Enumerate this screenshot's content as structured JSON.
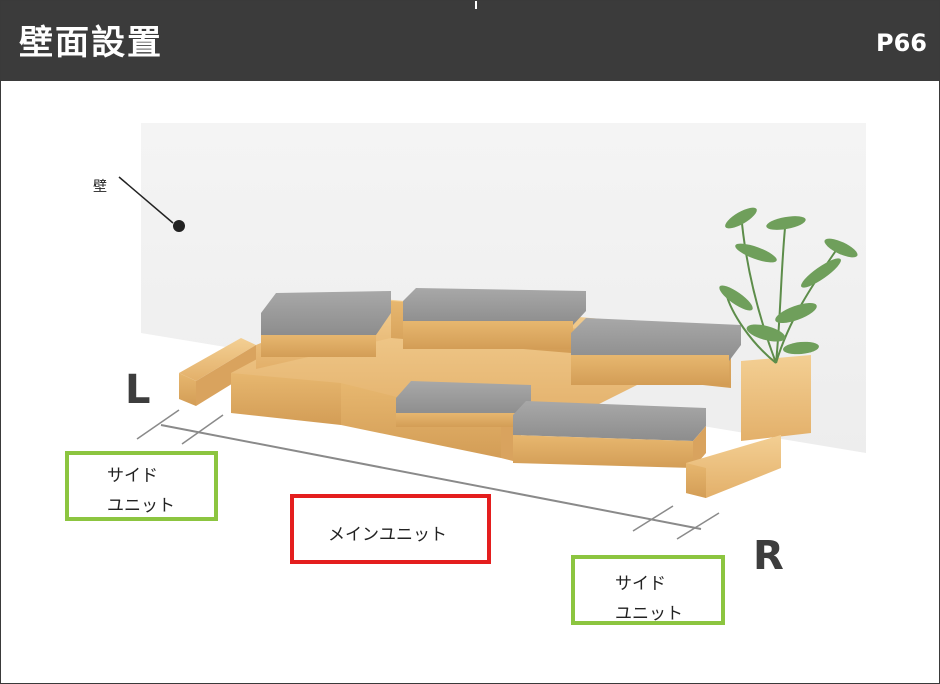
{
  "header": {
    "title": "壁面設置",
    "page_number": "P66"
  },
  "labels": {
    "wall": "壁",
    "left": "L",
    "right": "R",
    "side_unit_left_line1": "サイド",
    "side_unit_left_line2": "ユニット",
    "main_unit": "メインユニット",
    "side_unit_right_line1": "サイド",
    "side_unit_right_line2": "ユニット"
  },
  "colors": {
    "header_bg": "#3b3b3b",
    "side_unit_border": "#8cc540",
    "main_unit_border": "#e41e1e"
  }
}
